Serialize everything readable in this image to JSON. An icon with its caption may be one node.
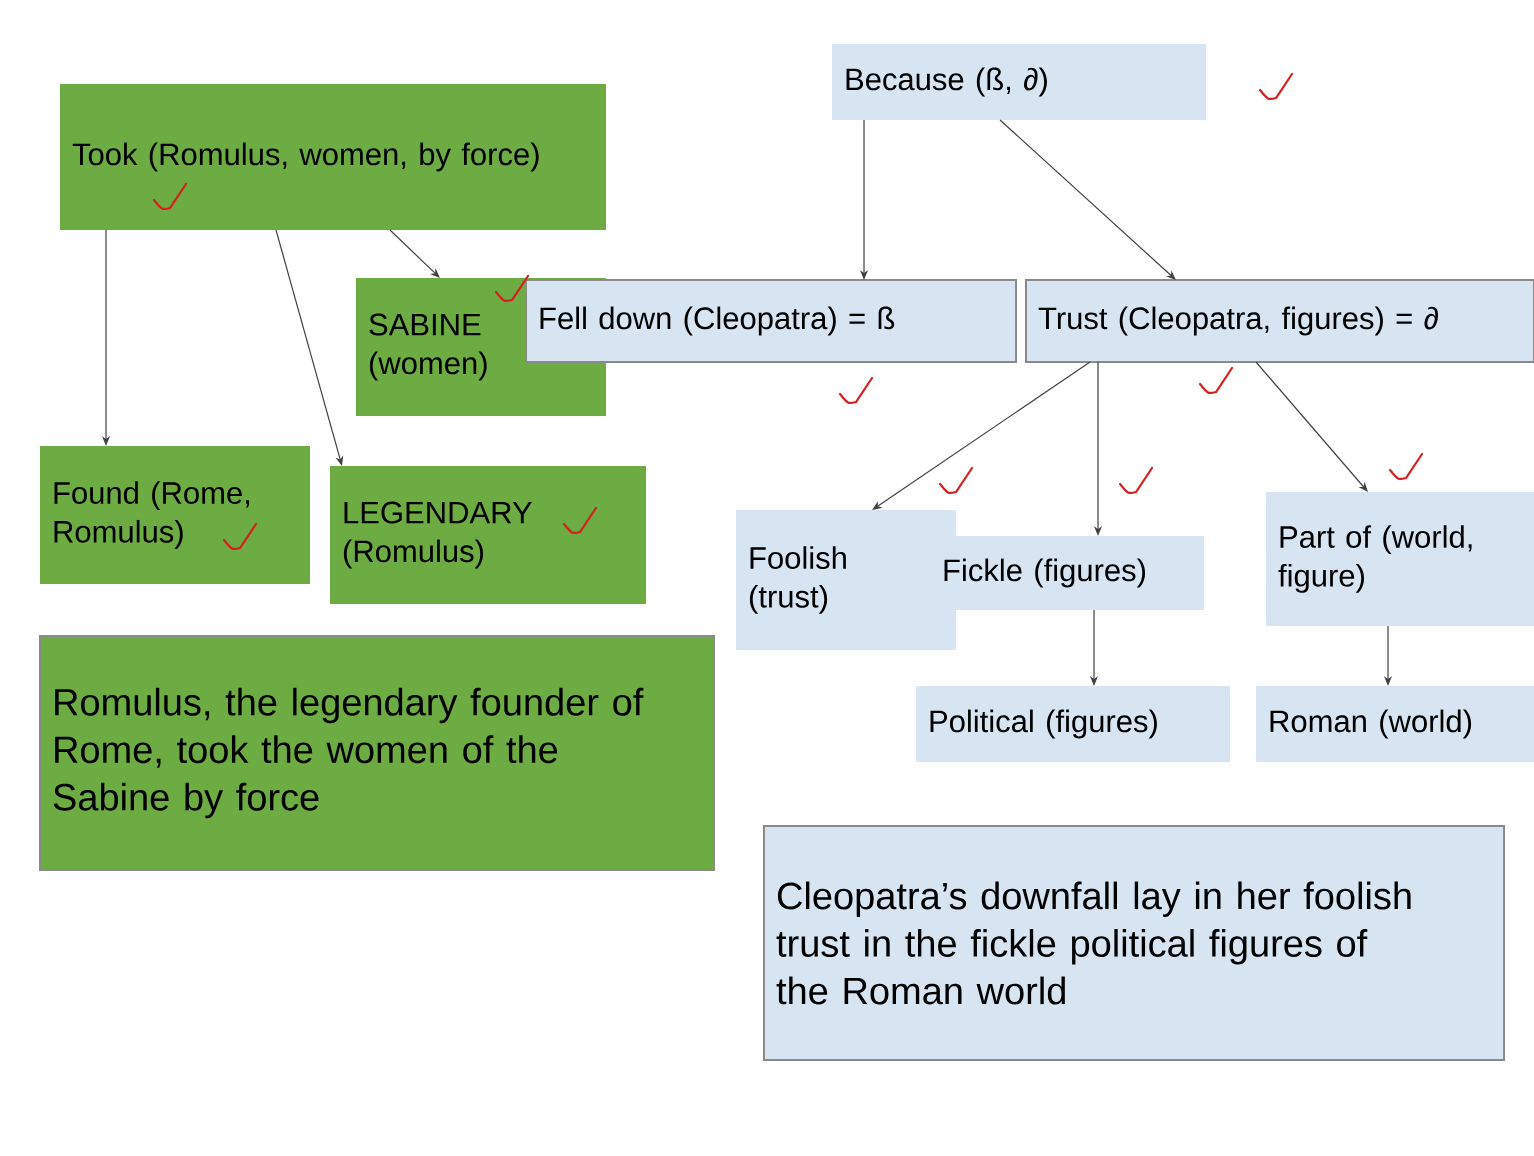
{
  "diagram": {
    "nodes": [
      {
        "text": [
          "Took (Romulus, women, by force)"
        ]
      },
      {
        "text": [
          "SABINE (women)"
        ]
      },
      {
        "text": [
          "Found (Rome, Romulus)"
        ]
      },
      {
        "text": [
          "LEGENDARY (Romulus)"
        ]
      },
      {
        "text": [
          "Romulus, the legendary founder of Rome, took the women of the Sabine by force"
        ]
      },
      {
        "text": [
          "Because (ß, ∂)"
        ]
      },
      {
        "text": [
          "Fell down (Cleopatra) = ß"
        ]
      },
      {
        "text": [
          "Trust (Cleopatra, figures) = ∂"
        ]
      },
      {
        "text": [
          "Foolish (trust)"
        ]
      },
      {
        "text": [
          "Fickle (figures)"
        ]
      },
      {
        "text": [
          "Part of (world, figure)"
        ]
      },
      {
        "text": [
          "Political (figures)"
        ]
      },
      {
        "text": [
          "Roman (world)"
        ]
      },
      {
        "text": [
          "Cleopatra’s downfall lay in her foolish trust in the fickle political figures of the Roman world"
        ]
      }
    ],
    "edges": [
      {
        "from": 0,
        "to": 2,
        "arrow": "to"
      },
      {
        "from": 0,
        "to": 3,
        "arrow": "to"
      },
      {
        "from": 0,
        "to": 1,
        "arrow": "to"
      },
      {
        "from": 5,
        "to": 6,
        "arrow": "to"
      },
      {
        "from": 5,
        "to": 7,
        "arrow": "to"
      },
      {
        "from": 7,
        "to": 8,
        "arrow": "to"
      },
      {
        "from": 7,
        "to": 9,
        "arrow": "to"
      },
      {
        "from": 7,
        "to": 10,
        "arrow": "to"
      },
      {
        "from": 9,
        "to": 11,
        "arrow": "to"
      },
      {
        "from": 10,
        "to": 12,
        "arrow": "to"
      }
    ]
  }
}
